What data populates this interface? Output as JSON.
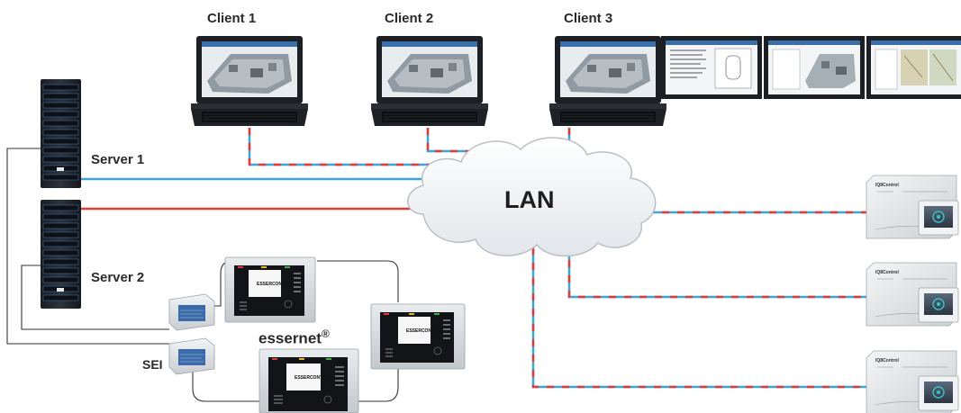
{
  "clients": [
    {
      "label": "Client 1"
    },
    {
      "label": "Client 2"
    },
    {
      "label": "Client 3"
    }
  ],
  "servers": [
    {
      "label": "Server 1"
    },
    {
      "label": "Server 2"
    }
  ],
  "network": {
    "label": "LAN"
  },
  "loop": {
    "label": "essernet",
    "mark": "®"
  },
  "sei": {
    "label": "SEI"
  },
  "panel_brand": "ESSERCONTROL",
  "module_brand": "IQ8Control",
  "colors": {
    "blue_line": "#3ea2dc",
    "red_line": "#e23a35",
    "black_line": "#333333"
  }
}
